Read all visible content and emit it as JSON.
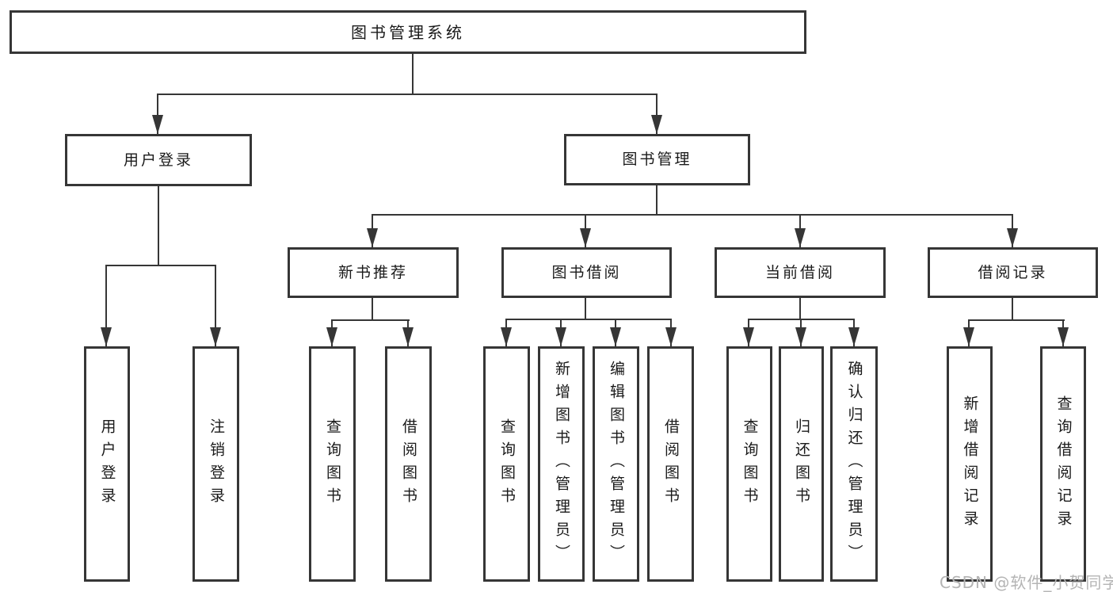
{
  "diagram": {
    "title": "图书管理系统",
    "branches": [
      {
        "label": "用户登录",
        "children": [
          {
            "label": "用户登录"
          },
          {
            "label": "注销登录"
          }
        ]
      },
      {
        "label": "图书管理",
        "children": [
          {
            "label": "新书推荐",
            "children": [
              {
                "label": "查询图书"
              },
              {
                "label": "借阅图书"
              }
            ]
          },
          {
            "label": "图书借阅",
            "children": [
              {
                "label": "查询图书"
              },
              {
                "label": "新增图书（管理员）"
              },
              {
                "label": "编辑图书（管理员）"
              },
              {
                "label": "借阅图书"
              }
            ]
          },
          {
            "label": "当前借阅",
            "children": [
              {
                "label": "查询图书"
              },
              {
                "label": "归还图书"
              },
              {
                "label": "确认归还（管理员）"
              }
            ]
          },
          {
            "label": "借阅记录",
            "children": [
              {
                "label": "新增借阅记录"
              },
              {
                "label": "查询借阅记录"
              }
            ]
          }
        ]
      }
    ],
    "watermark": "CSDN @软件_小贺同学",
    "colors": {
      "line": "#363636",
      "text": "#1a1a1a",
      "watermark": "#b4b4b4",
      "background": "#ffffff"
    }
  }
}
